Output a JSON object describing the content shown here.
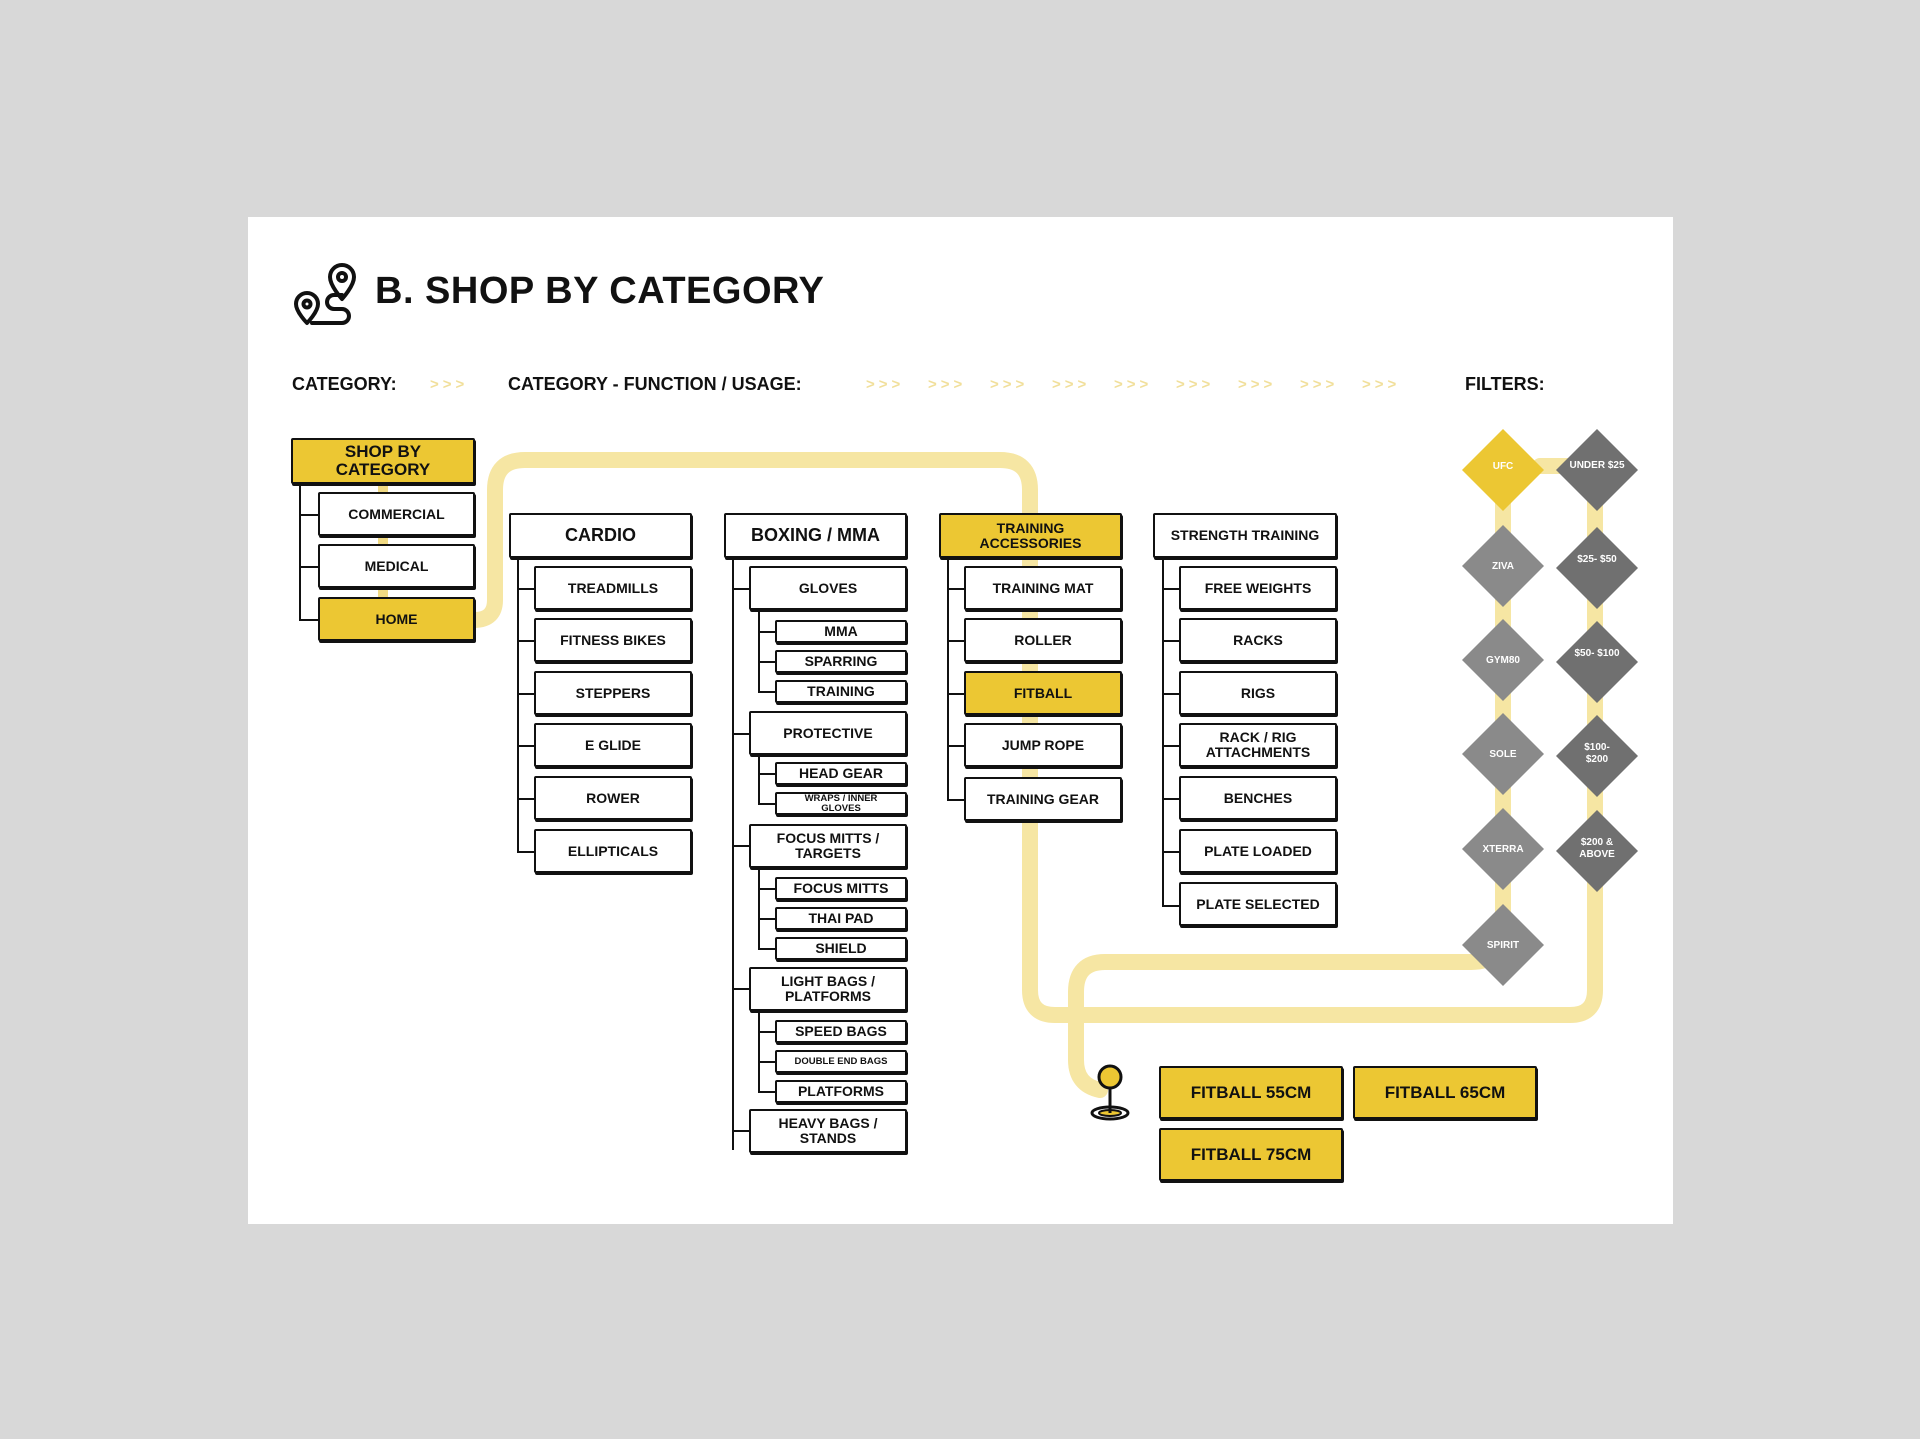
{
  "title": "B. SHOP BY CATEGORY",
  "headers": {
    "category": "CATEGORY:",
    "function_usage": "CATEGORY - FUNCTION / USAGE:",
    "filters": "FILTERS:",
    "arrow_glyph": ">>>"
  },
  "root": {
    "label": "SHOP BY CATEGORY",
    "children": [
      "COMMERCIAL",
      "MEDICAL",
      "HOME"
    ],
    "selected": "HOME"
  },
  "columns": [
    {
      "label": "CARDIO",
      "items": [
        {
          "label": "TREADMILLS"
        },
        {
          "label": "FITNESS BIKES"
        },
        {
          "label": "STEPPERS"
        },
        {
          "label": "E GLIDE"
        },
        {
          "label": "ROWER"
        },
        {
          "label": "ELLIPTICALS"
        }
      ]
    },
    {
      "label": "BOXING / MMA",
      "items": [
        {
          "label": "GLOVES",
          "children": [
            "MMA",
            "SPARRING",
            "TRAINING"
          ]
        },
        {
          "label": "PROTECTIVE",
          "children": [
            "HEAD GEAR",
            "WRAPS / INNER GLOVES"
          ]
        },
        {
          "label": "FOCUS MITTS / TARGETS",
          "children": [
            "FOCUS MITTS",
            "THAI PAD",
            "SHIELD"
          ]
        },
        {
          "label": "LIGHT BAGS / PLATFORMS",
          "children": [
            "SPEED BAGS",
            "DOUBLE END BAGS",
            "PLATFORMS"
          ]
        },
        {
          "label": "HEAVY BAGS / STANDS"
        }
      ]
    },
    {
      "label": "TRAINING ACCESSORIES",
      "selected": true,
      "items": [
        {
          "label": "TRAINING MAT"
        },
        {
          "label": "ROLLER"
        },
        {
          "label": "FITBALL",
          "selected": true
        },
        {
          "label": "JUMP ROPE"
        },
        {
          "label": "TRAINING GEAR"
        }
      ]
    },
    {
      "label": "STRENGTH TRAINING",
      "items": [
        {
          "label": "FREE WEIGHTS"
        },
        {
          "label": "RACKS"
        },
        {
          "label": "RIGS"
        },
        {
          "label": "RACK / RIG ATTACHMENTS"
        },
        {
          "label": "BENCHES"
        },
        {
          "label": "PLATE LOADED"
        },
        {
          "label": "PLATE SELECTED"
        }
      ]
    }
  ],
  "filters": {
    "brands": [
      "UFC",
      "ZIVA",
      "GYM80",
      "SOLE",
      "XTERRA",
      "SPIRIT"
    ],
    "prices": [
      "UNDER $25",
      "$25- $50",
      "$50- $100",
      "$100- $200",
      "$200 & ABOVE"
    ],
    "selected_brand": "UFC"
  },
  "results": [
    "FITBALL 55CM",
    "FITBALL 65CM",
    "FITBALL 75CM"
  ],
  "colors": {
    "highlight": "#ecc733",
    "path": "#f6e6a3",
    "brand_filter": "#8a8a8a",
    "price_filter": "#707070",
    "background": "#d8d8d8"
  },
  "icons": {
    "title": "route-pin-icon",
    "end": "location-marker-icon"
  }
}
